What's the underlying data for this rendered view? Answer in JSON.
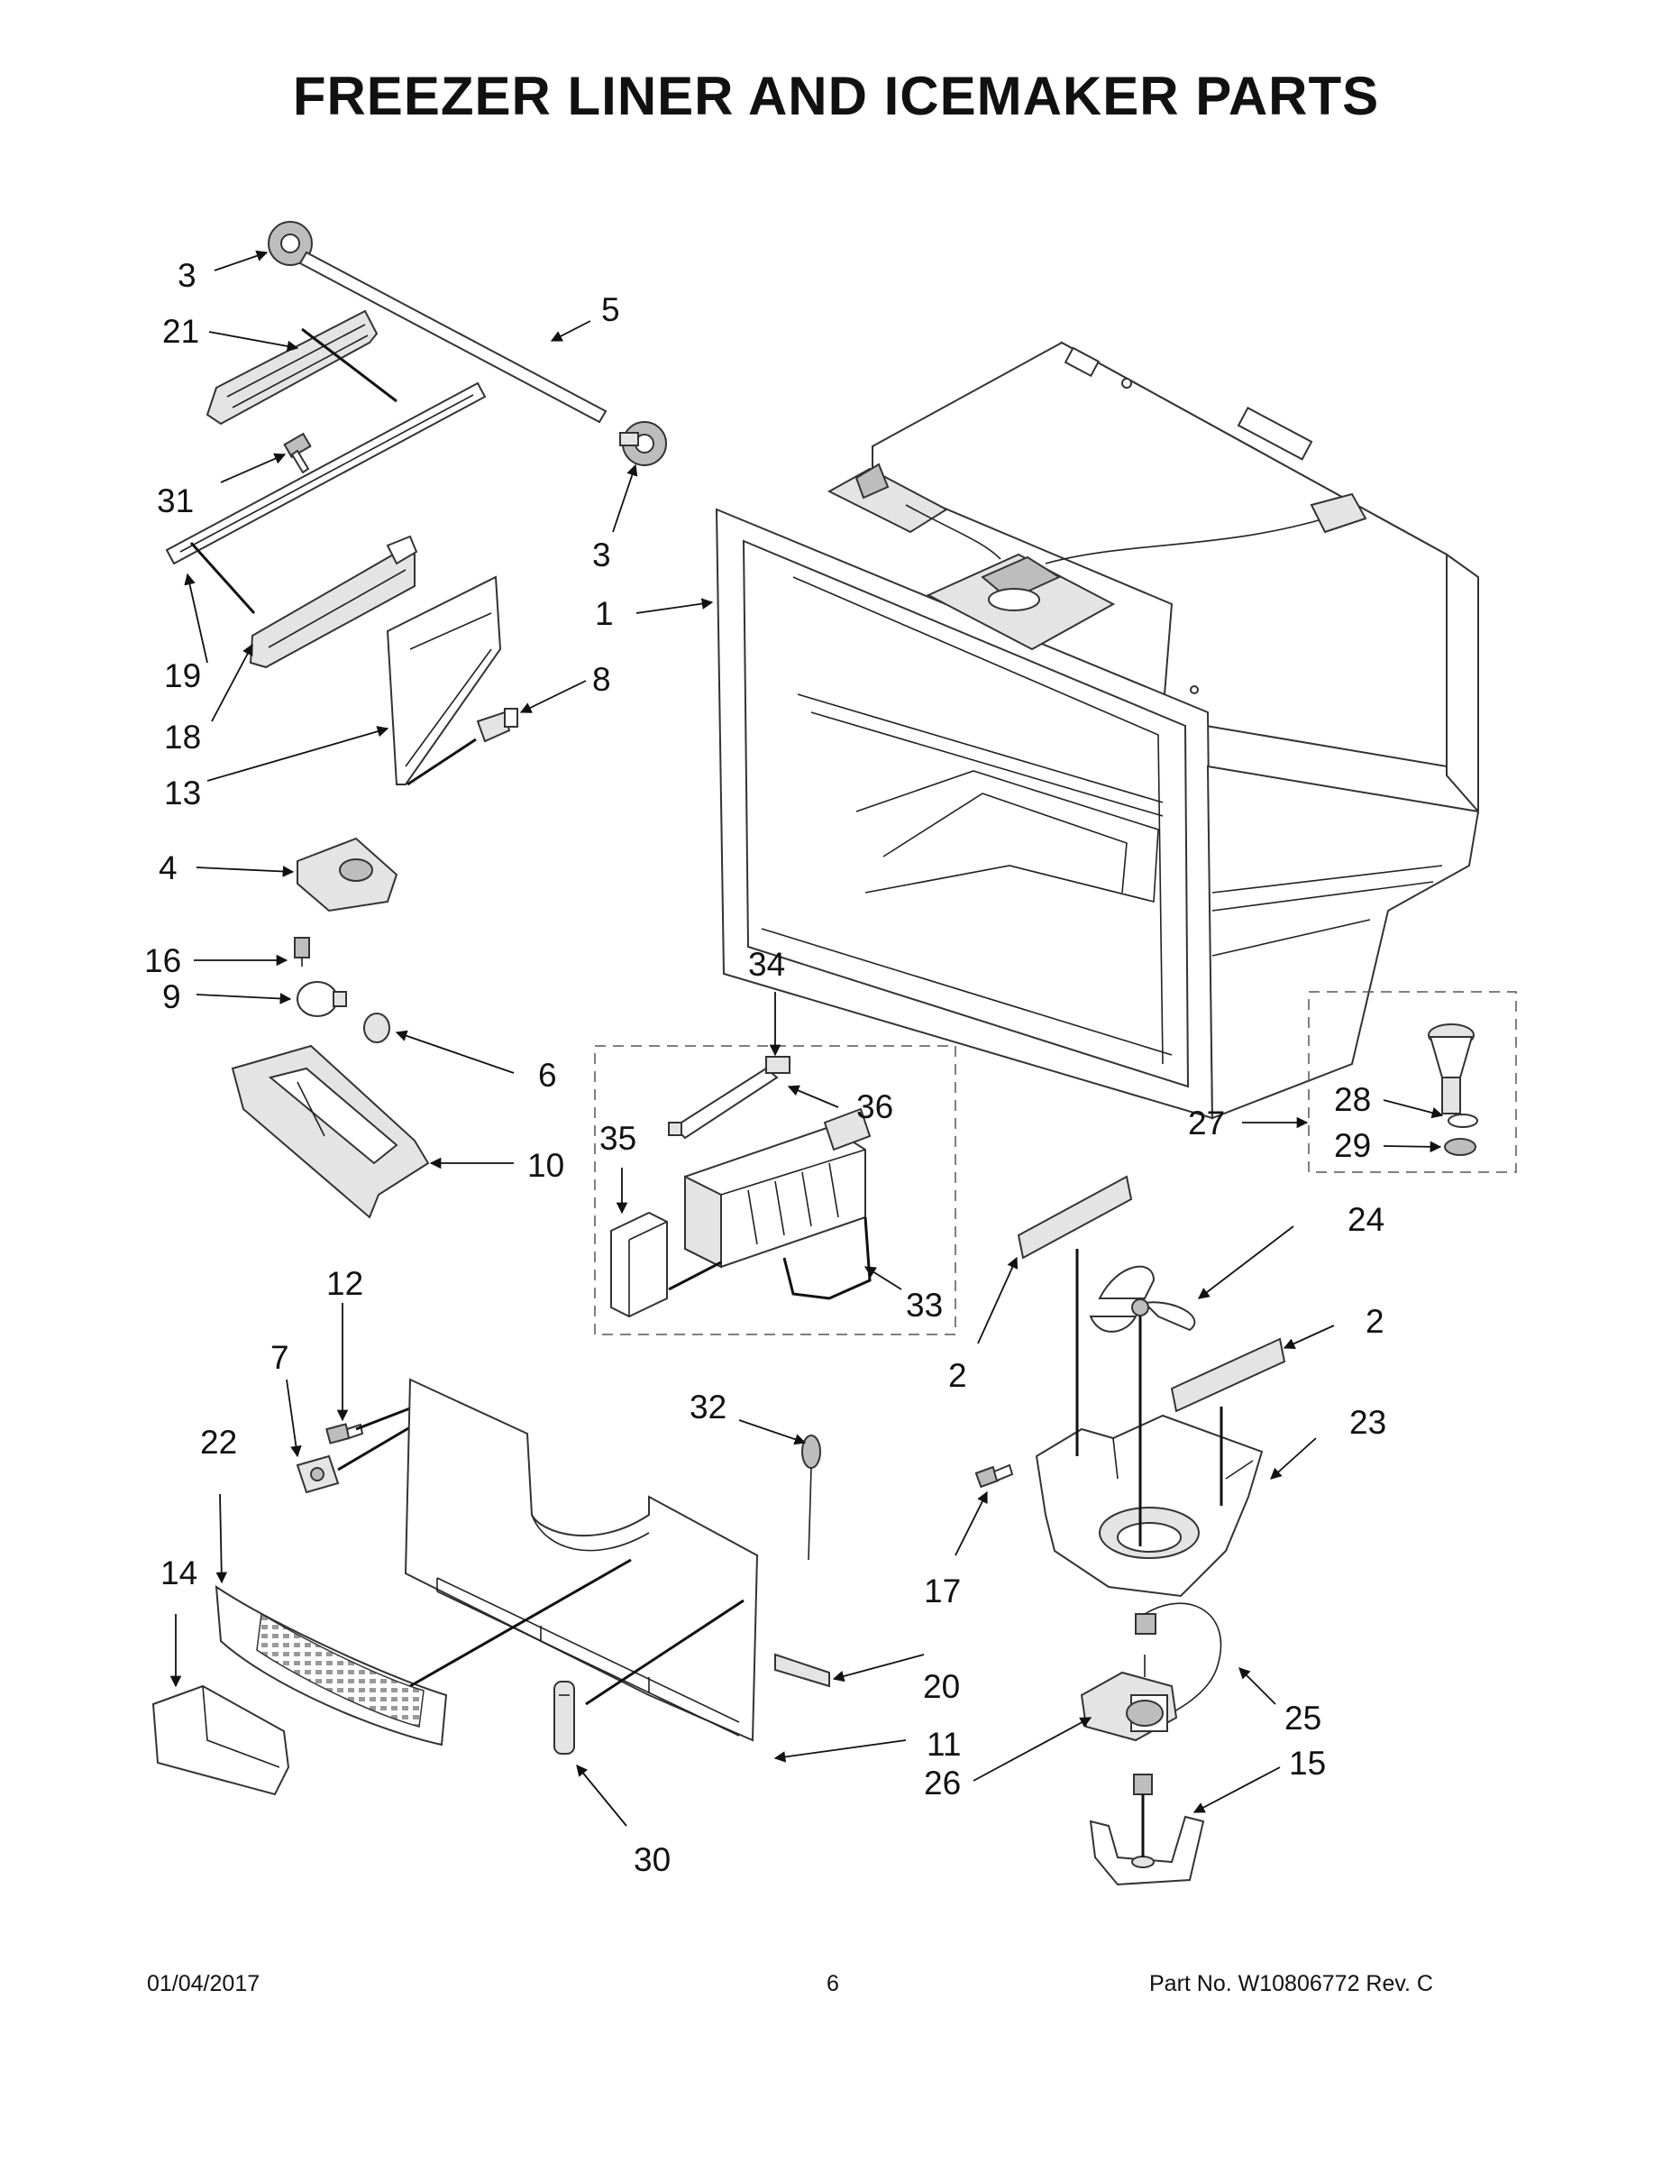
{
  "title": "FREEZER LINER AND ICEMAKER PARTS",
  "footer": {
    "date": "01/04/2017",
    "page": "6",
    "part_no": "Part No.  W10806772  Rev.  C"
  },
  "callouts": {
    "c1": "1",
    "c2a": "2",
    "c2b": "2",
    "c3a": "3",
    "c3b": "3",
    "c4": "4",
    "c5": "5",
    "c6": "6",
    "c7": "7",
    "c8": "8",
    "c9": "9",
    "c10": "10",
    "c11": "11",
    "c12": "12",
    "c13": "13",
    "c14": "14",
    "c15": "15",
    "c16": "16",
    "c17": "17",
    "c18": "18",
    "c19": "19",
    "c20": "20",
    "c21": "21",
    "c22": "22",
    "c23": "23",
    "c24": "24",
    "c25": "25",
    "c26": "26",
    "c27": "27",
    "c28": "28",
    "c29": "29",
    "c30": "30",
    "c31": "31",
    "c32": "32",
    "c33": "33",
    "c34": "34",
    "c35": "35",
    "c36": "36"
  }
}
